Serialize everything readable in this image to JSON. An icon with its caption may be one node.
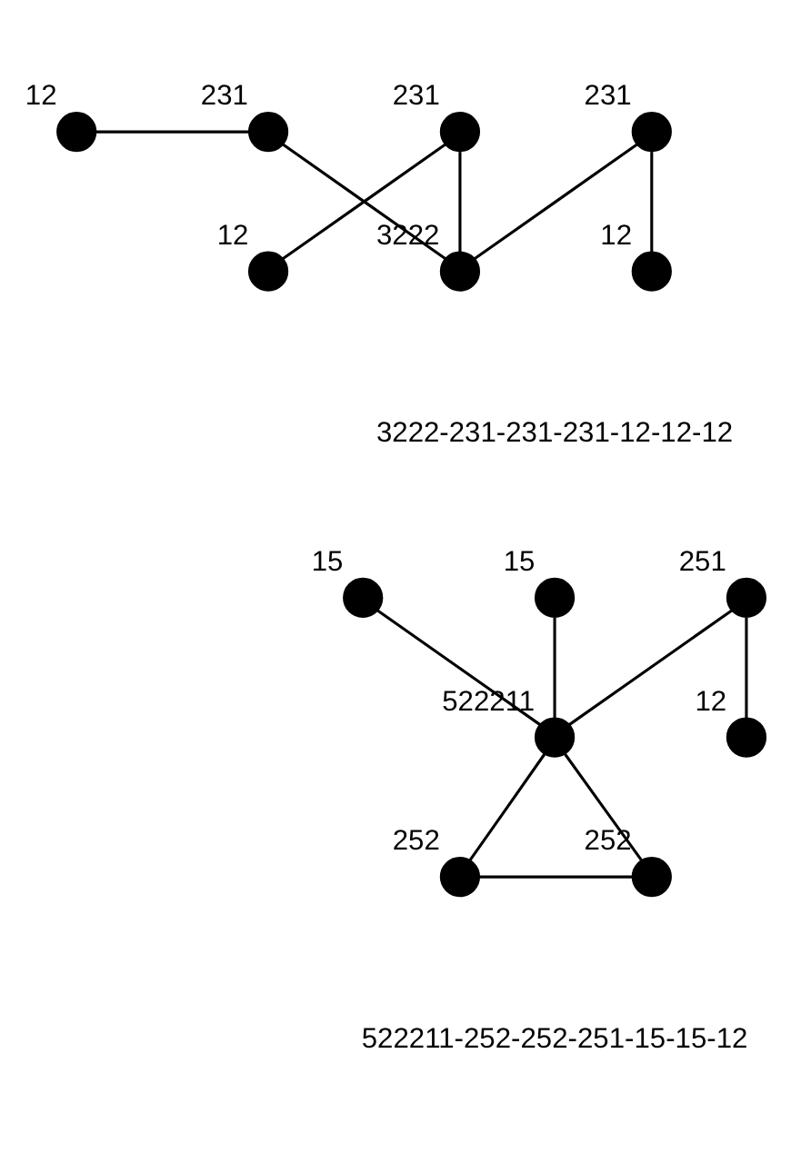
{
  "diagram": {
    "nodes": [
      {
        "text": [],
        "shape": "circle",
        "beside": [
          "12"
        ]
      },
      {
        "text": [],
        "shape": "circle",
        "beside": [
          "231"
        ]
      },
      {
        "text": [],
        "shape": "circle",
        "beside": [
          "231"
        ]
      },
      {
        "text": [],
        "shape": "circle",
        "beside": [
          "231"
        ]
      },
      {
        "text": [],
        "shape": "circle",
        "beside": [
          "12"
        ]
      },
      {
        "text": [],
        "shape": "circle",
        "beside": [
          "3222"
        ]
      },
      {
        "text": [],
        "shape": "circle",
        "beside": [
          "12"
        ]
      },
      {
        "text": [],
        "shape": "circle",
        "beside": [
          "15"
        ]
      },
      {
        "text": [],
        "shape": "circle",
        "beside": [
          "15"
        ]
      },
      {
        "text": [],
        "shape": "circle",
        "beside": [
          "251"
        ]
      },
      {
        "text": [],
        "shape": "circle",
        "beside": [
          "12"
        ]
      },
      {
        "text": [],
        "shape": "circle",
        "beside": [
          "522211"
        ]
      },
      {
        "text": [],
        "shape": "circle",
        "beside": [
          "252"
        ]
      },
      {
        "text": [],
        "shape": "circle",
        "beside": [
          "252"
        ]
      }
    ],
    "edges": [
      {
        "from": 0,
        "to": 1,
        "arrow": "none"
      },
      {
        "from": 1,
        "to": 5,
        "arrow": "none"
      },
      {
        "from": 2,
        "to": 5,
        "arrow": "none"
      },
      {
        "from": 4,
        "to": 2,
        "arrow": "none"
      },
      {
        "from": 5,
        "to": 3,
        "arrow": "none"
      },
      {
        "from": 3,
        "to": 6,
        "arrow": "none"
      },
      {
        "from": 7,
        "to": 11,
        "arrow": "none"
      },
      {
        "from": 8,
        "to": 11,
        "arrow": "none"
      },
      {
        "from": 9,
        "to": 11,
        "arrow": "none"
      },
      {
        "from": 9,
        "to": 10,
        "arrow": "none"
      },
      {
        "from": 11,
        "to": 12,
        "arrow": "none"
      },
      {
        "from": 11,
        "to": 13,
        "arrow": "none"
      },
      {
        "from": 12,
        "to": 13,
        "arrow": "none"
      }
    ],
    "labels": [
      "3222-231-231-231-12-12-12",
      "522211-252-252-251-15-15-12"
    ]
  }
}
